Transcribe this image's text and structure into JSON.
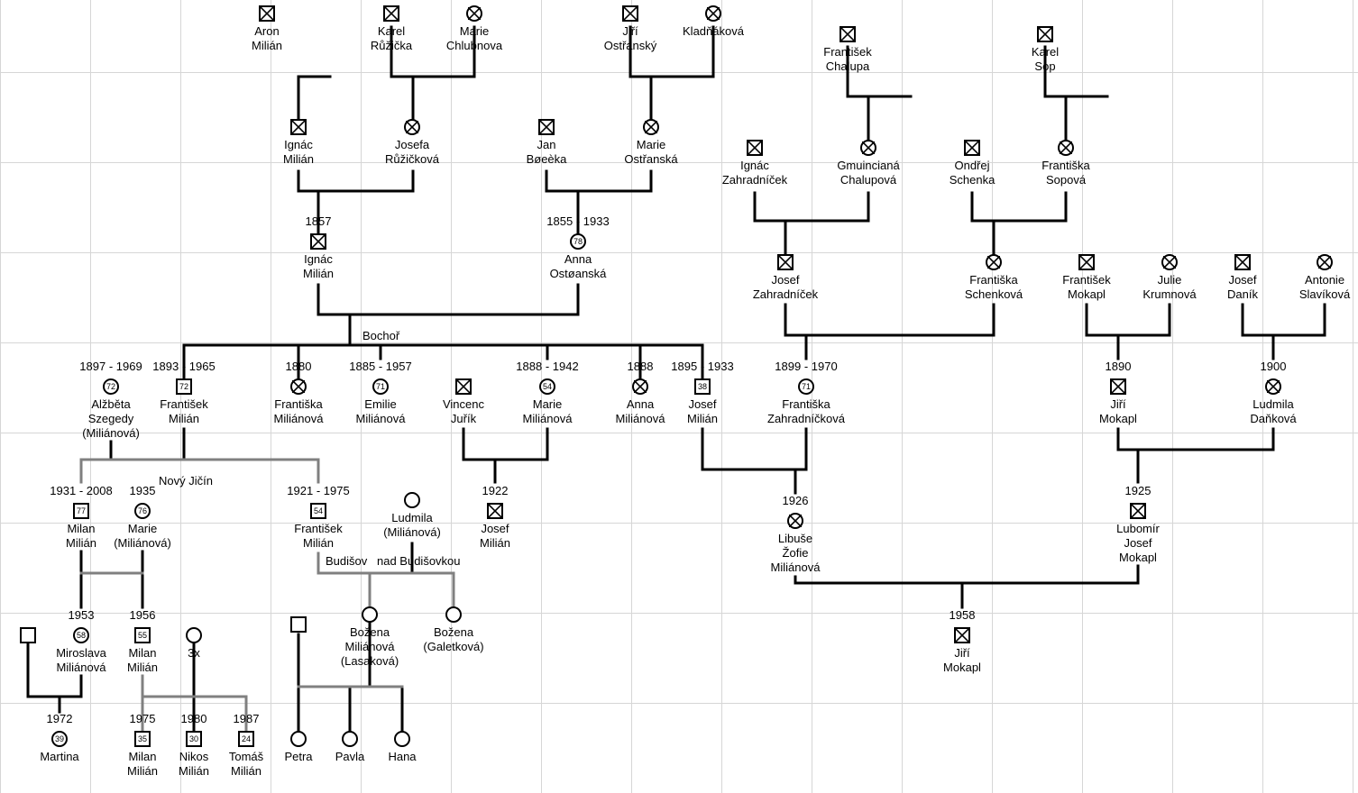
{
  "people": [
    {
      "id": "aron",
      "sex": "m",
      "dec": true,
      "names": [
        "Aron",
        "Milián"
      ]
    },
    {
      "id": "karel_r",
      "sex": "m",
      "dec": true,
      "names": [
        "Karel",
        "Růžička"
      ]
    },
    {
      "id": "marie_ch",
      "sex": "f",
      "dec": true,
      "names": [
        "Marie",
        "Chlubnova"
      ]
    },
    {
      "id": "jiri_o",
      "sex": "m",
      "dec": true,
      "names": [
        "Jiří",
        "Ostřanský"
      ]
    },
    {
      "id": "kladnakova",
      "sex": "f",
      "dec": true,
      "names": [
        "Kladňáková"
      ]
    },
    {
      "id": "frant_ch",
      "sex": "m",
      "dec": true,
      "names": [
        "František",
        "Chalupa"
      ]
    },
    {
      "id": "karel_s",
      "sex": "m",
      "dec": true,
      "names": [
        "Karel",
        "Sop"
      ]
    },
    {
      "id": "ignac_m1",
      "sex": "m",
      "dec": true,
      "names": [
        "Ignác",
        "Milián"
      ]
    },
    {
      "id": "josefa_r",
      "sex": "f",
      "dec": true,
      "names": [
        "Josefa",
        "Růžičková"
      ]
    },
    {
      "id": "jan_b",
      "sex": "m",
      "dec": true,
      "names": [
        "Jan",
        "Bøeèka"
      ]
    },
    {
      "id": "marie_o",
      "sex": "f",
      "dec": true,
      "names": [
        "Marie",
        "Ostřanská"
      ]
    },
    {
      "id": "ignac_z1",
      "sex": "m",
      "dec": true,
      "names": [
        "Ignác",
        "Zahradníček"
      ]
    },
    {
      "id": "gmuinciana",
      "sex": "f",
      "dec": true,
      "names": [
        "Gmuincianá",
        "Chalupová"
      ]
    },
    {
      "id": "ondrej_s",
      "sex": "m",
      "dec": true,
      "names": [
        "Ondřej",
        "Schenka"
      ]
    },
    {
      "id": "frantiska_sop",
      "sex": "f",
      "dec": true,
      "names": [
        "Františka",
        "Sopová"
      ]
    },
    {
      "id": "ignac_m2",
      "sex": "m",
      "dec": true,
      "years": "1857",
      "names": [
        "Ignác",
        "Milián"
      ]
    },
    {
      "id": "anna_o",
      "sex": "f",
      "dec": true,
      "age": "78",
      "years": "1855 - 1933",
      "names": [
        "Anna",
        "Ostøanská"
      ]
    },
    {
      "id": "josef_z",
      "sex": "m",
      "dec": true,
      "names": [
        "Josef",
        "Zahradníček"
      ]
    },
    {
      "id": "frantiska_sch",
      "sex": "f",
      "dec": true,
      "names": [
        "Františka",
        "Schenková"
      ]
    },
    {
      "id": "frant_mok",
      "sex": "m",
      "dec": true,
      "names": [
        "František",
        "Mokapl"
      ]
    },
    {
      "id": "julie_k",
      "sex": "f",
      "dec": true,
      "names": [
        "Julie",
        "Krumnová"
      ]
    },
    {
      "id": "josef_d",
      "sex": "m",
      "dec": true,
      "names": [
        "Josef",
        "Daník"
      ]
    },
    {
      "id": "antonie_s",
      "sex": "f",
      "dec": true,
      "names": [
        "Antonie",
        "Slavíková"
      ]
    },
    {
      "id": "alzbeta",
      "sex": "f",
      "dec": true,
      "age": "72",
      "years": "1897 - 1969",
      "names": [
        "Alžběta",
        "Szegedy",
        "(Miliánová)"
      ]
    },
    {
      "id": "frant_m1",
      "sex": "m",
      "dec": true,
      "age": "72",
      "years": "1893 - 1965",
      "names": [
        "František",
        "Milián"
      ]
    },
    {
      "id": "frantiska_m",
      "sex": "f",
      "dec": true,
      "years": "1880",
      "names": [
        "Františka",
        "Miliánová"
      ]
    },
    {
      "id": "emilie",
      "sex": "f",
      "dec": true,
      "age": "71",
      "years": "1885 - 1957",
      "names": [
        "Emilie",
        "Miliánová"
      ]
    },
    {
      "id": "vincenc",
      "sex": "m",
      "dec": true,
      "names": [
        "Vincenc",
        "Juřík"
      ]
    },
    {
      "id": "marie_m",
      "sex": "f",
      "dec": true,
      "age": "54",
      "years": "1888 - 1942",
      "names": [
        "Marie",
        "Miliánová"
      ]
    },
    {
      "id": "anna_m",
      "sex": "f",
      "dec": true,
      "years": "1888",
      "names": [
        "Anna",
        "Miliánová"
      ]
    },
    {
      "id": "josef_m1",
      "sex": "m",
      "dec": true,
      "age": "38",
      "years": "1895 - 1933",
      "names": [
        "Josef",
        "Milián"
      ]
    },
    {
      "id": "frantiska_z",
      "sex": "f",
      "dec": true,
      "age": "71",
      "years": "1899 - 1970",
      "names": [
        "Františka",
        "Zahradníčková"
      ]
    },
    {
      "id": "jiri_mok1",
      "sex": "m",
      "dec": true,
      "years": "1890",
      "names": [
        "Jiří",
        "Mokapl"
      ]
    },
    {
      "id": "ludmila_d",
      "sex": "f",
      "dec": true,
      "years": "1900",
      "names": [
        "Ludmila",
        "Daňková"
      ]
    },
    {
      "id": "milan_m1",
      "sex": "m",
      "dec": false,
      "age": "77",
      "years": "1931 - 2008",
      "names": [
        "Milan",
        "Milián"
      ]
    },
    {
      "id": "marie_mm",
      "sex": "f",
      "dec": false,
      "age": "76",
      "years": "1935",
      "names": [
        "Marie",
        "(Miliánová)"
      ]
    },
    {
      "id": "frant_m2",
      "sex": "m",
      "dec": false,
      "age": "54",
      "years": "1921 - 1975",
      "names": [
        "František",
        "Milián"
      ]
    },
    {
      "id": "ludmila_m",
      "sex": "f",
      "dec": false,
      "names": [
        "Ludmila",
        "(Miliánová)"
      ]
    },
    {
      "id": "josef_m2",
      "sex": "m",
      "dec": true,
      "years": "1922",
      "names": [
        "Josef",
        "Milián"
      ]
    },
    {
      "id": "libuse",
      "sex": "f",
      "dec": true,
      "years": "1926",
      "names": [
        "Libuše",
        "Žofie",
        "Miliánová"
      ]
    },
    {
      "id": "lubomir",
      "sex": "m",
      "dec": true,
      "years": "1925",
      "names": [
        "Lubomír",
        "Josef",
        "Mokapl"
      ]
    },
    {
      "id": "unk_m1",
      "sex": "m",
      "dec": false,
      "names": []
    },
    {
      "id": "miroslava",
      "sex": "f",
      "dec": false,
      "age": "58",
      "years": "1953",
      "names": [
        "Miroslava",
        "Miliánová"
      ]
    },
    {
      "id": "milan_m2",
      "sex": "m",
      "dec": false,
      "age": "55",
      "years": "1956",
      "names": [
        "Milan",
        "Milián"
      ]
    },
    {
      "id": "unk_3x",
      "sex": "f",
      "dec": false,
      "names": [
        "3x"
      ]
    },
    {
      "id": "bozena_ml",
      "sex": "f",
      "dec": false,
      "names": [
        "Božena",
        "Miliánová",
        "(Lasaková)"
      ]
    },
    {
      "id": "bozena_g",
      "sex": "f",
      "dec": false,
      "names": [
        "Božena",
        "(Galetková)"
      ]
    },
    {
      "id": "unk_m2",
      "sex": "m",
      "dec": false,
      "names": []
    },
    {
      "id": "jiri_mok2",
      "sex": "m",
      "dec": true,
      "years": "1958",
      "names": [
        "Jiří",
        "Mokapl"
      ]
    },
    {
      "id": "martina",
      "sex": "f",
      "dec": false,
      "age": "39",
      "years": "1972",
      "names": [
        "Martina"
      ]
    },
    {
      "id": "milan_m3",
      "sex": "m",
      "dec": false,
      "age": "35",
      "years": "1975",
      "names": [
        "Milan",
        "Milián"
      ]
    },
    {
      "id": "nikos",
      "sex": "m",
      "dec": false,
      "age": "30",
      "years": "1980",
      "names": [
        "Nikos",
        "Milián"
      ]
    },
    {
      "id": "tomas",
      "sex": "m",
      "dec": false,
      "age": "24",
      "years": "1987",
      "names": [
        "Tomáš",
        "Milián"
      ]
    },
    {
      "id": "petra",
      "sex": "f",
      "dec": false,
      "names": [
        "Petra"
      ]
    },
    {
      "id": "pavla",
      "sex": "f",
      "dec": false,
      "names": [
        "Pavla"
      ]
    },
    {
      "id": "hana",
      "sex": "f",
      "dec": false,
      "names": [
        "Hana"
      ]
    }
  ],
  "places": {
    "bochor": "Bochoř",
    "novy_jicin": "Nový Jičín",
    "budisov": "Budišov",
    "nad_budisovkou": "nad Budišovkou"
  }
}
